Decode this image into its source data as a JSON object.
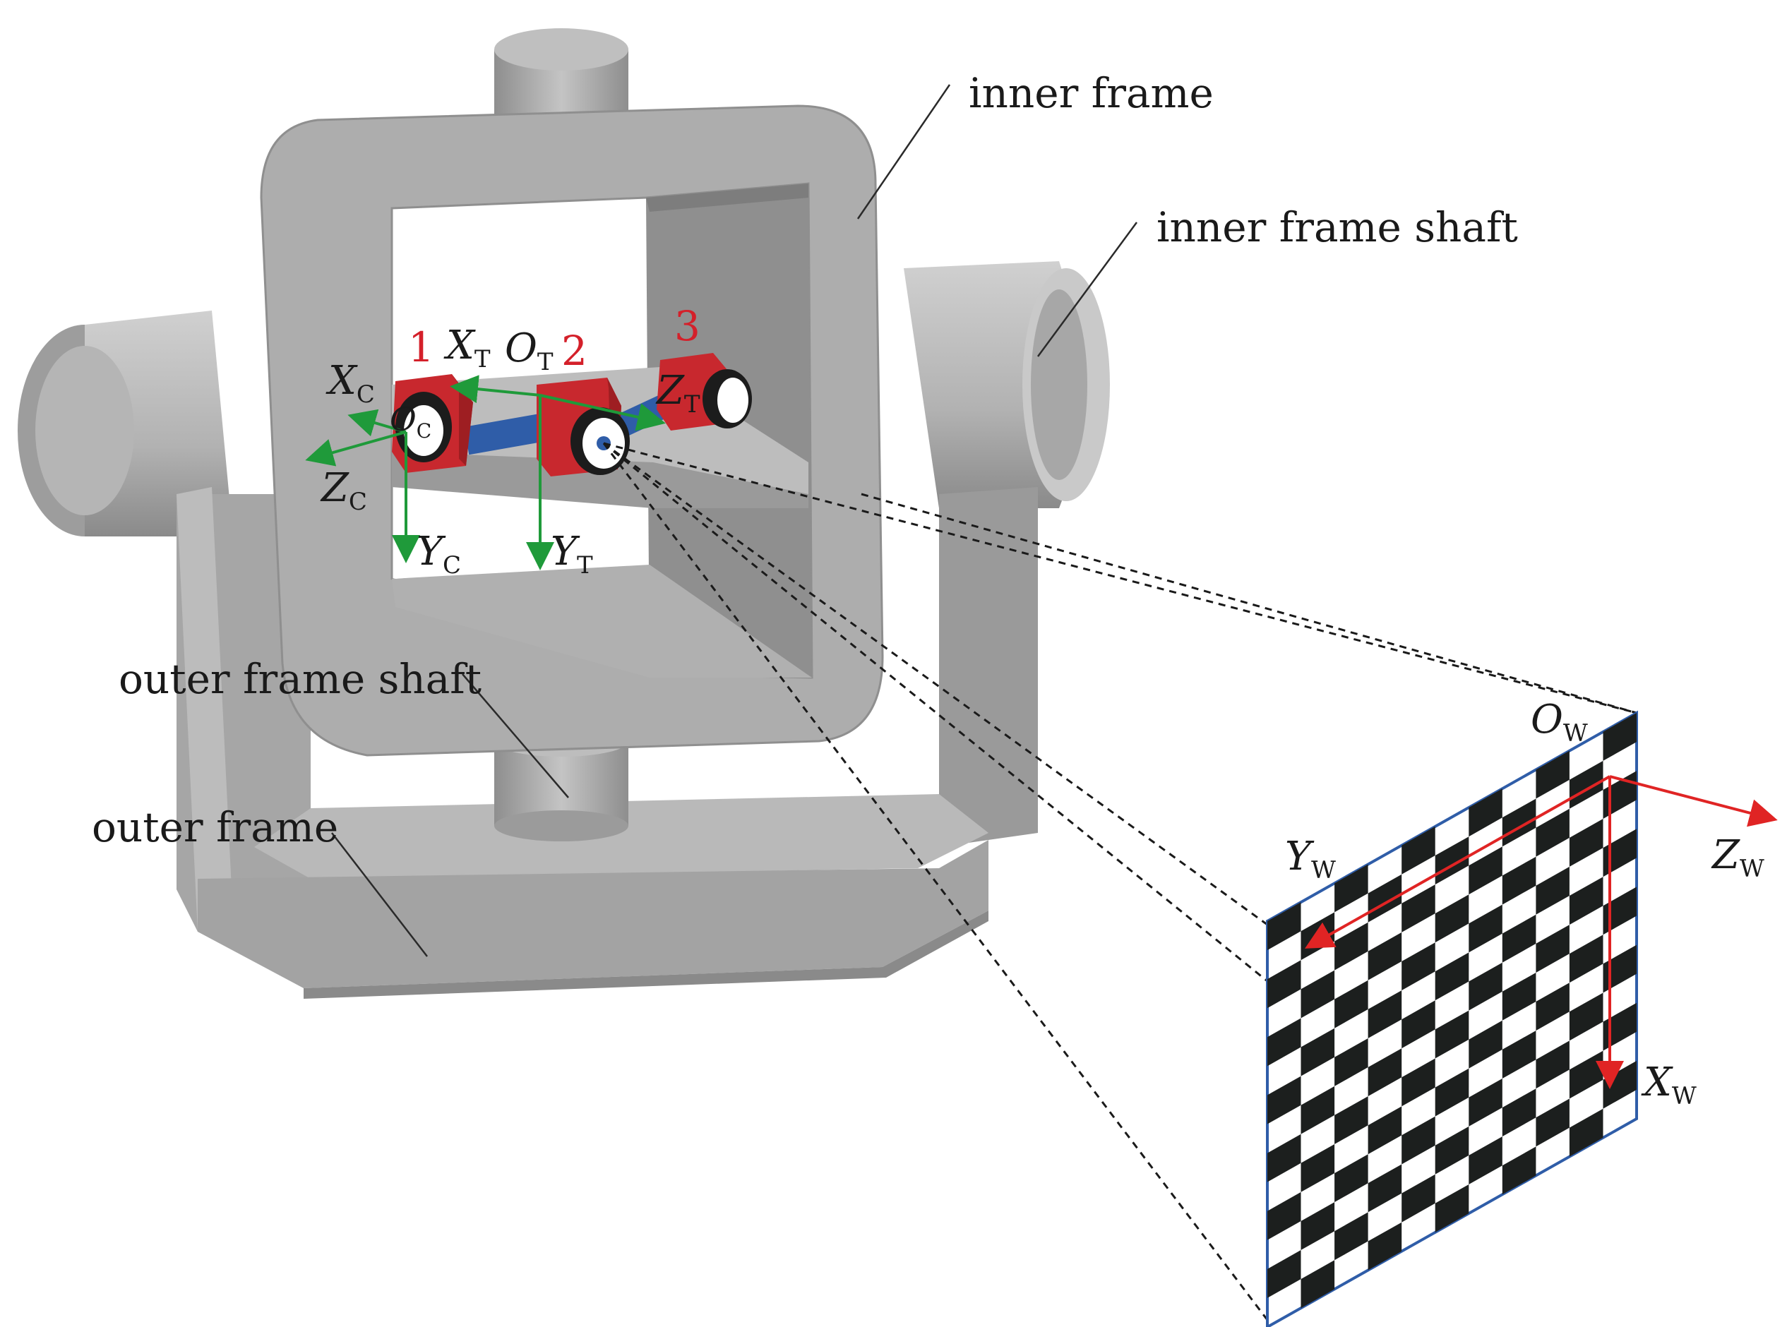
{
  "labels": {
    "inner_frame": "inner frame",
    "inner_frame_shaft": "inner frame shaft",
    "outer_frame_shaft": "outer frame shaft",
    "outer_frame": "outer frame"
  },
  "cameras": {
    "cam1": "1",
    "cam2": "2",
    "cam3": "3"
  },
  "axes": {
    "XC": {
      "main": "X",
      "sub": "C"
    },
    "ZC": {
      "main": "Z",
      "sub": "C"
    },
    "YC": {
      "main": "Y",
      "sub": "C"
    },
    "OC": {
      "main": "O",
      "sub": "C"
    },
    "XT": {
      "main": "X",
      "sub": "T"
    },
    "OT": {
      "main": "O",
      "sub": "T"
    },
    "ZT": {
      "main": "Z",
      "sub": "T"
    },
    "YT": {
      "main": "Y",
      "sub": "T"
    },
    "OW": {
      "main": "O",
      "sub": "W"
    },
    "YW": {
      "main": "Y",
      "sub": "W"
    },
    "ZW": {
      "main": "Z",
      "sub": "W"
    },
    "XW": {
      "main": "X",
      "sub": "W"
    }
  },
  "colors": {
    "frame": "#a9a9a9",
    "frame_dark": "#8c8c8c",
    "frame_light": "#c9c9c9",
    "camera_red": "#c8282e",
    "camera_axes": "#1f9a3a",
    "world_axes": "#e02424",
    "number_red": "#d4202a",
    "checker_dark": "#1c1f1e"
  },
  "checkerboard": {
    "cols": 11,
    "rows": 14
  }
}
